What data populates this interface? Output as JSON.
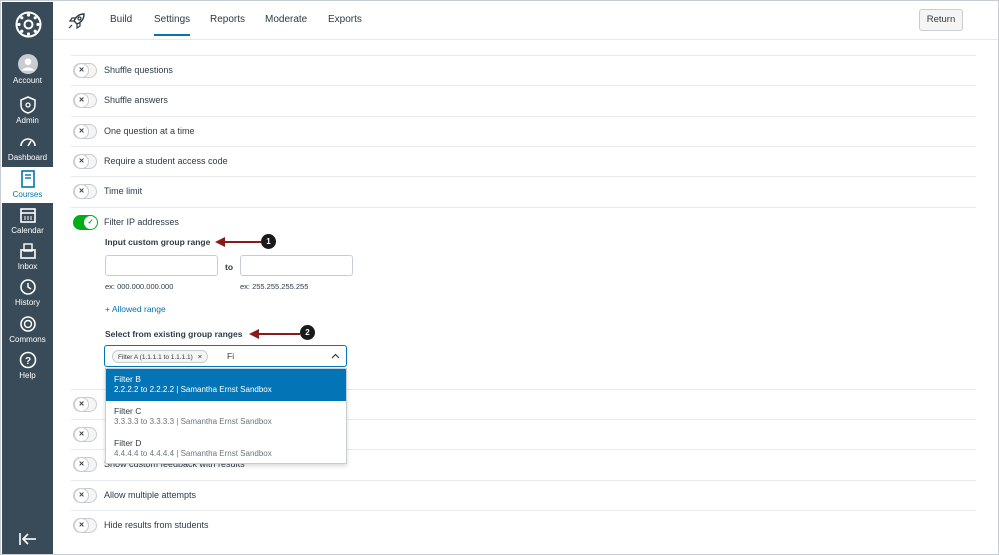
{
  "nav": {
    "items": [
      {
        "label": "Account",
        "icon": "account-icon"
      },
      {
        "label": "Admin",
        "icon": "admin-icon"
      },
      {
        "label": "Dashboard",
        "icon": "dashboard-icon"
      },
      {
        "label": "Courses",
        "icon": "courses-icon",
        "active": true
      },
      {
        "label": "Calendar",
        "icon": "calendar-icon"
      },
      {
        "label": "Inbox",
        "icon": "inbox-icon"
      },
      {
        "label": "History",
        "icon": "history-icon"
      },
      {
        "label": "Commons",
        "icon": "commons-icon"
      },
      {
        "label": "Help",
        "icon": "help-icon"
      }
    ]
  },
  "topbar": {
    "tabs": [
      "Build",
      "Settings",
      "Reports",
      "Moderate",
      "Exports"
    ],
    "selected_tab": "Settings",
    "return_label": "Return"
  },
  "settings": {
    "rows": [
      {
        "label": "Shuffle questions",
        "on": false
      },
      {
        "label": "Shuffle answers",
        "on": false
      },
      {
        "label": "One question at a time",
        "on": false
      },
      {
        "label": "Require a student access code",
        "on": false
      },
      {
        "label": "Time limit",
        "on": false
      },
      {
        "label": "Filter IP addresses",
        "on": true
      }
    ],
    "lower_rows": [
      {
        "label": "Show custom feedback with results",
        "on": false
      },
      {
        "label": "Allow multiple attempts",
        "on": false
      },
      {
        "label": "Hide results from students",
        "on": false
      }
    ]
  },
  "ip_filter": {
    "custom_range_title": "Input custom group range",
    "from_hint": "ex: 000.000.000.000",
    "to_label": "to",
    "to_hint": "ex: 255.255.255.255",
    "allowed_range_link": "+ Allowed range",
    "existing_title": "Select from existing group ranges",
    "chip": "Filter A (1.1.1.1 to 1.1.1.1)",
    "chip_remove": "×",
    "typed": "Fi",
    "options": [
      {
        "name": "Filter B",
        "detail": "2.2.2.2 to 2.2.2.2 | Samantha Ernst Sandbox",
        "highlighted": true
      },
      {
        "name": "Filter C",
        "detail": "3.3.3.3 to 3.3.3.3 | Samantha Ernst Sandbox",
        "highlighted": false
      },
      {
        "name": "Filter D",
        "detail": "4.4.4.4 to 4.4.4.4 | Samantha Ernst Sandbox",
        "highlighted": false
      }
    ]
  },
  "callouts": [
    "1",
    "2"
  ],
  "colors": {
    "nav_bg": "#394b58",
    "brand": "#0374b5",
    "toggle_on": "#00ac18",
    "callout": "#8b1a1a"
  }
}
